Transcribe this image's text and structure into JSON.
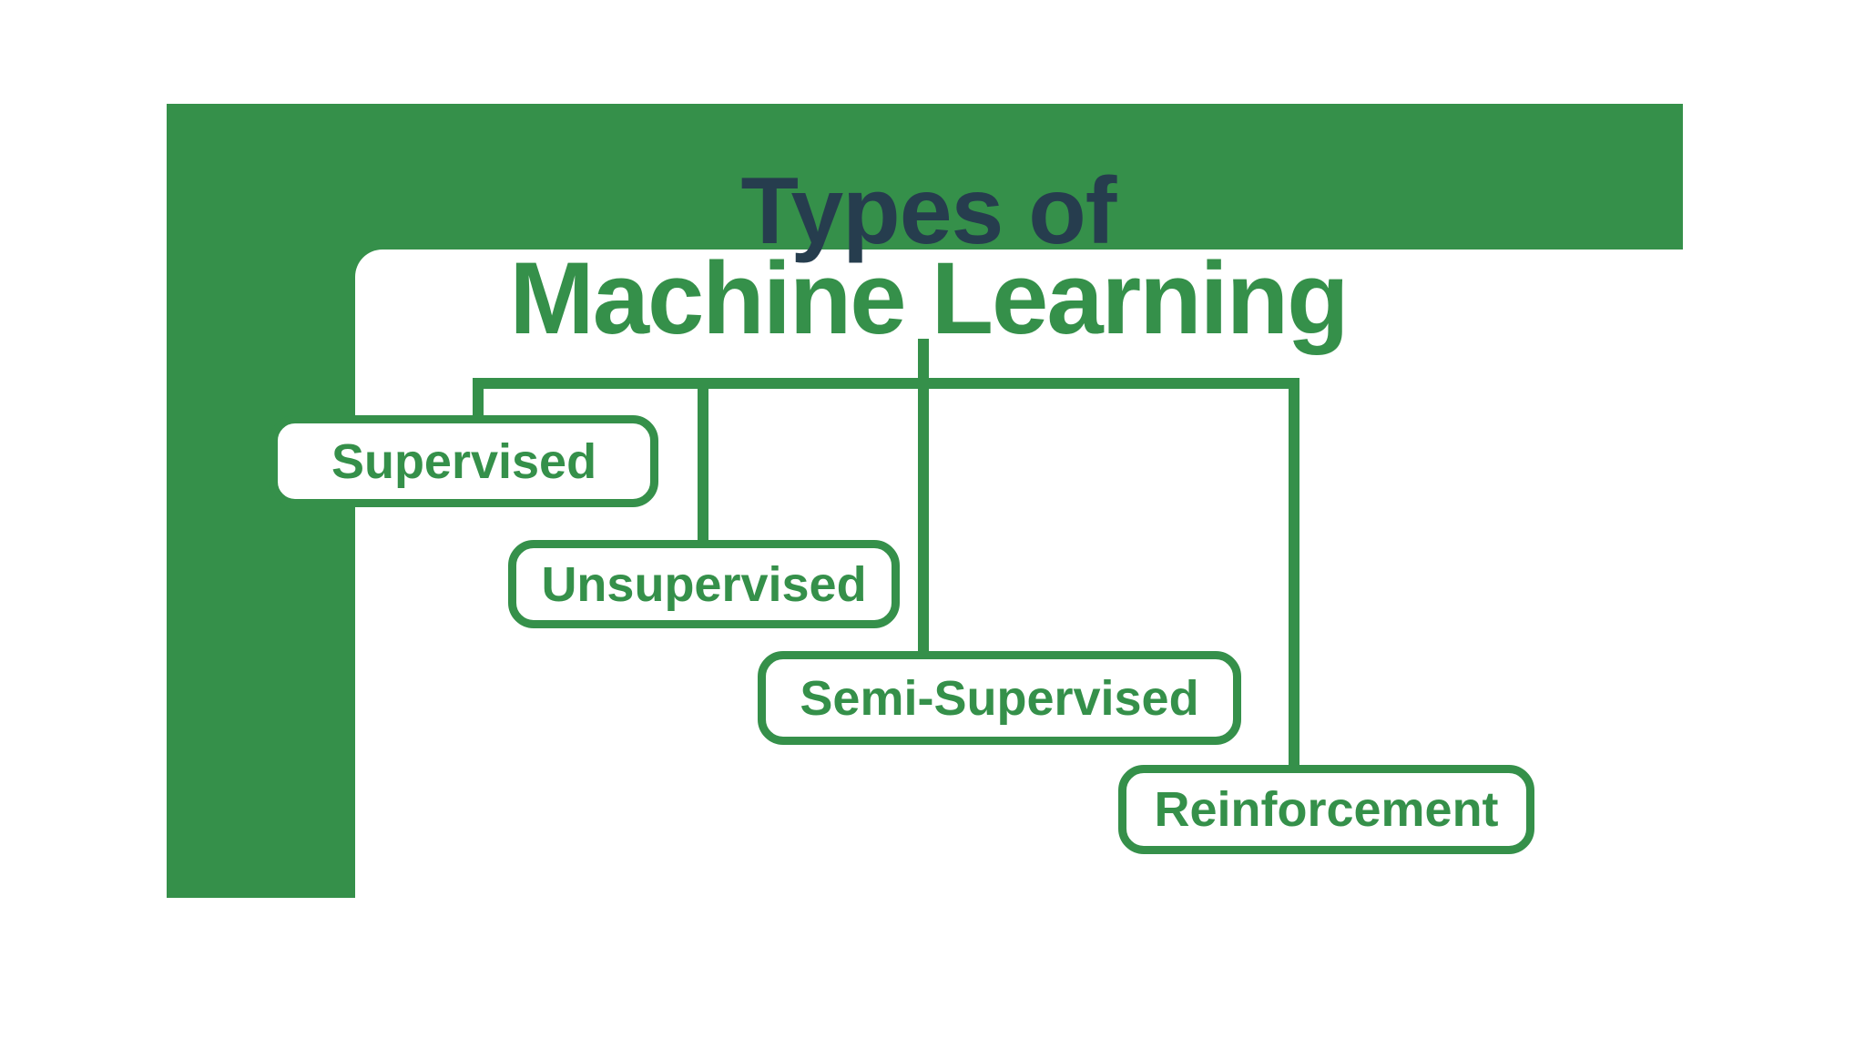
{
  "diagram": {
    "title_line1": "Types of",
    "title_line2": "Machine Learning",
    "nodes": [
      {
        "id": "supervised",
        "label": "Supervised"
      },
      {
        "id": "unsupervised",
        "label": "Unsupervised"
      },
      {
        "id": "semi-supervised",
        "label": "Semi-Supervised"
      },
      {
        "id": "reinforcement",
        "label": "Reinforcement"
      }
    ],
    "colors": {
      "accent_green": "#35904A",
      "title_dark": "#263D4E",
      "card_background": "#FFFFFF"
    }
  }
}
